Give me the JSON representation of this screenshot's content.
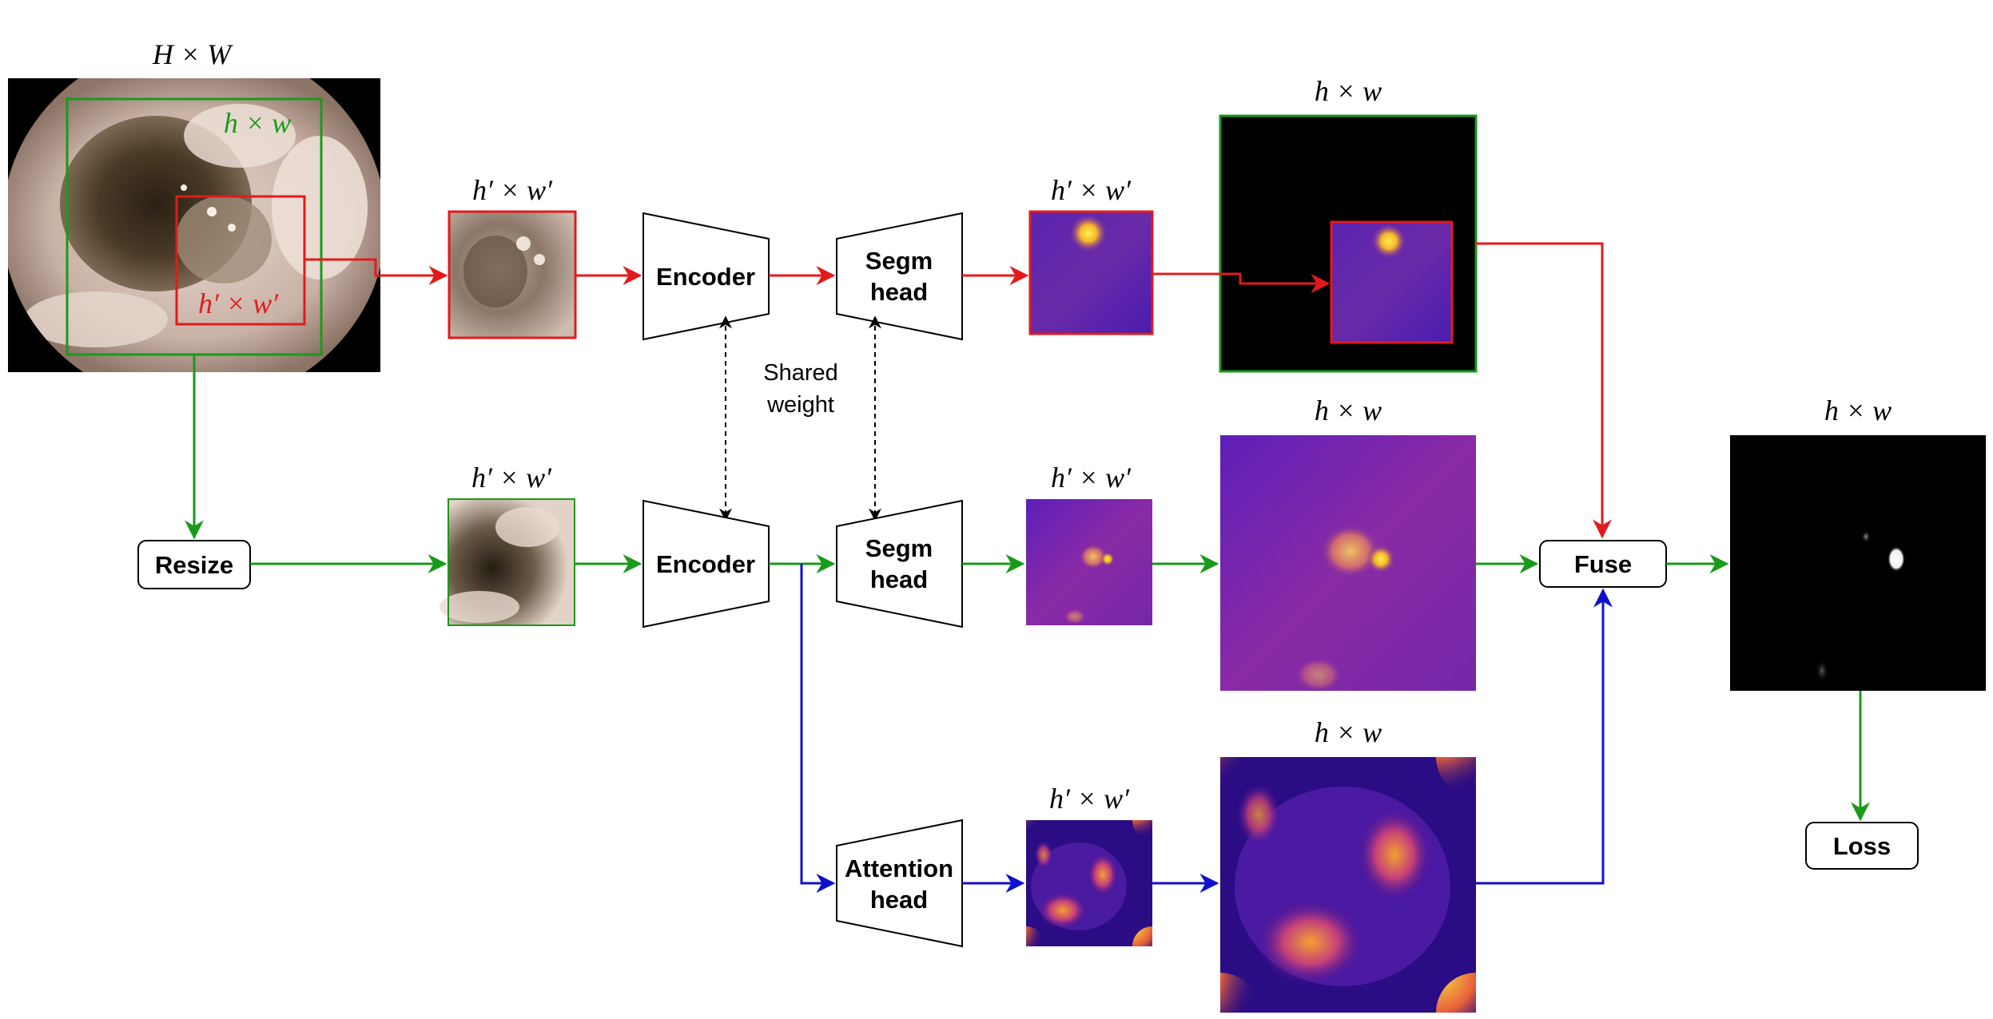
{
  "colors": {
    "red": "#e31a1c",
    "green": "#1a9a1a",
    "blue": "#1010cc",
    "black": "#000000"
  },
  "labels": {
    "input_size": "H × W",
    "crop_green": "h × w",
    "crop_red": "h′ × w′",
    "patch_top": "h′ × w′",
    "patch_mid": "h′ × w′",
    "seg_top": "h′ × w′",
    "seg_mid": "h′ × w′",
    "att_small": "h′ × w′",
    "canvas_top": "h × w",
    "canvas_mid": "h × w",
    "canvas_bot": "h × w",
    "output": "h × w"
  },
  "blocks": {
    "encoder_top": "Encoder",
    "encoder_mid": "Encoder",
    "segm_top_l1": "Segm",
    "segm_top_l2": "head",
    "segm_mid_l1": "Segm",
    "segm_mid_l2": "head",
    "attention_l1": "Attention",
    "attention_l2": "head",
    "resize": "Resize",
    "fuse": "Fuse",
    "loss": "Loss"
  },
  "shared_weight": {
    "line1": "Shared",
    "line2": "weight"
  }
}
